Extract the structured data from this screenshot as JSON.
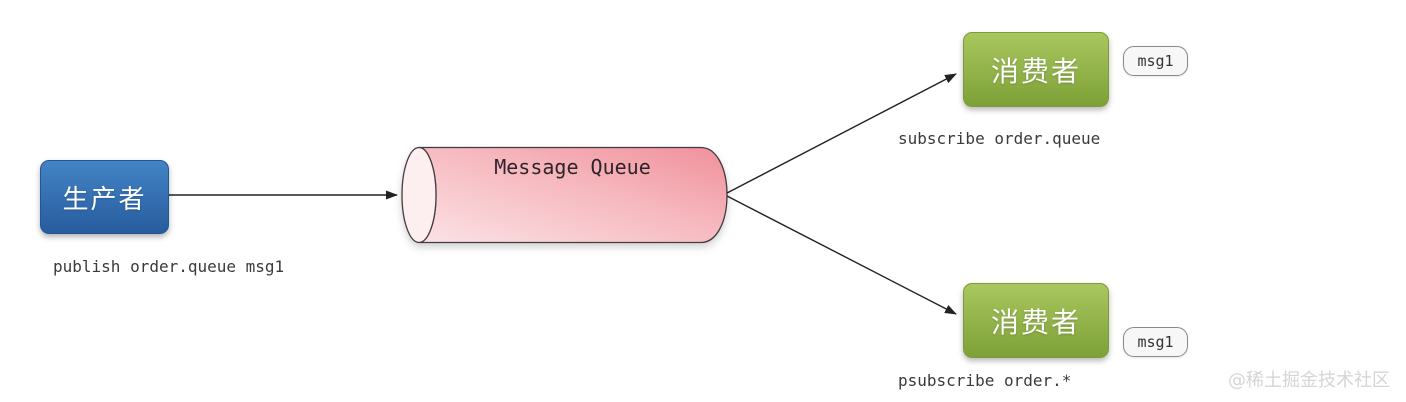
{
  "producer": {
    "label": "生产者",
    "command": "publish order.queue msg1"
  },
  "queue": {
    "title": "Message Queue"
  },
  "consumers": [
    {
      "label": "消费者",
      "command": "subscribe order.queue",
      "badge": "msg1"
    },
    {
      "label": "消费者",
      "command": "psubscribe order.*",
      "badge": "msg1"
    }
  ],
  "watermark": "@稀土掘金技术社区",
  "colors": {
    "producer_gradient_top": "#4384c6",
    "producer_gradient_bottom": "#275c9e",
    "consumer_gradient_top": "#a9c75e",
    "consumer_gradient_bottom": "#7da137",
    "queue_body_light": "#fbe2e5",
    "queue_body_dark": "#f0909b",
    "queue_face": "#fdeef0",
    "queue_outline": "#433c3e",
    "arrow": "#222222",
    "command_text": "#3a3a3a",
    "badge_bg": "#f7f7f7",
    "badge_border": "#8a8a8a",
    "watermark": "#d5d5d5"
  }
}
